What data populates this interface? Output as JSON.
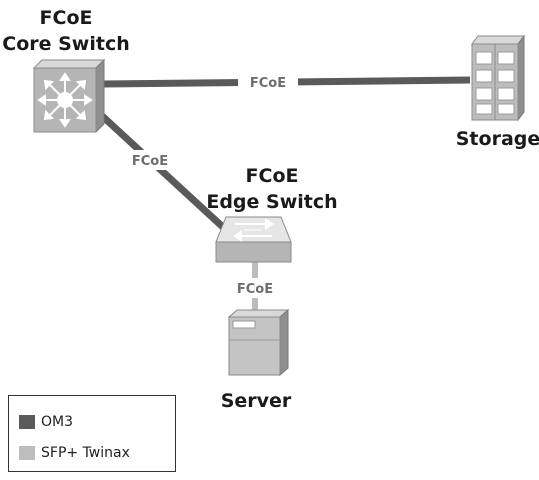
{
  "nodes": {
    "core_switch": {
      "line1": "FCoE",
      "line2": "Core Switch"
    },
    "storage": {
      "label": "Storage"
    },
    "edge_switch": {
      "line1": "FCoE",
      "line2": "Edge Switch"
    },
    "server": {
      "label": "Server"
    }
  },
  "links": {
    "core_to_storage": {
      "label": "FCoE",
      "medium": "OM3"
    },
    "core_to_edge": {
      "label": "FCoE",
      "medium": "OM3"
    },
    "edge_to_server": {
      "label": "FCoE",
      "medium": "SFP+ Twinax"
    }
  },
  "legend": {
    "items": [
      {
        "label": "OM3",
        "color": "#5a5a5a"
      },
      {
        "label": "SFP+ Twinax",
        "color": "#bdbdbd"
      }
    ]
  },
  "colors": {
    "om3": "#5a5a5a",
    "sfp_twinax": "#bdbdbd"
  }
}
